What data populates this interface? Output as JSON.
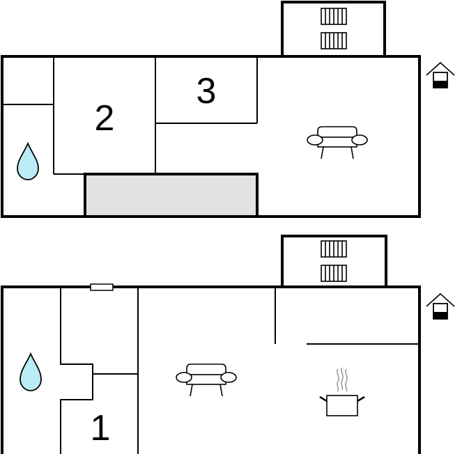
{
  "floors": [
    {
      "name": "upper-floor",
      "rooms": [
        {
          "label": "2"
        },
        {
          "label": "3"
        }
      ],
      "icons": [
        "water-drop-icon",
        "sofa-icon",
        "radiator-icon",
        "radiator-icon",
        "house-entrance-icon"
      ]
    },
    {
      "name": "lower-floor",
      "rooms": [
        {
          "label": "1"
        }
      ],
      "icons": [
        "water-drop-icon",
        "sofa-icon",
        "cooking-pot-icon",
        "radiator-icon",
        "radiator-icon",
        "house-entrance-icon"
      ]
    }
  ],
  "colors": {
    "wall": "#000000",
    "water": "#b9ecf4",
    "void": "#e2e2e2",
    "window": "#ffffff"
  }
}
